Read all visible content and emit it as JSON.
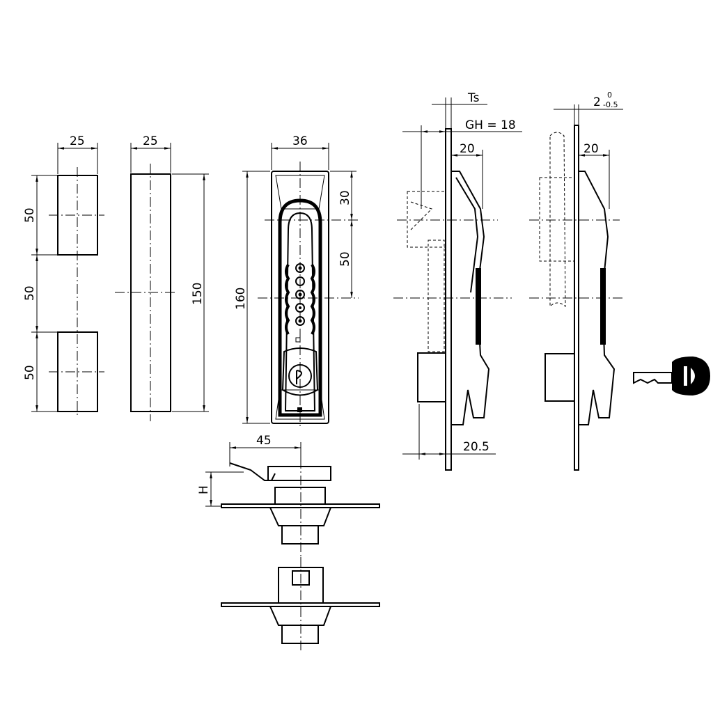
{
  "dimensions": {
    "cutout_width": "25",
    "slot_width": "25",
    "front_width": "36",
    "cutout_height_top": "50",
    "cutout_spacing": "50",
    "cutout_height_bottom": "50",
    "slot_height": "150",
    "overall_height": "160",
    "top_to_axis": "30",
    "axis_to_center": "50",
    "sheet_thickness": "Ts",
    "grip_height": "GH = 18",
    "depth_left": "20",
    "depth_right": "20",
    "sheet_tol_nominal": "2",
    "sheet_tol_upper": "0",
    "sheet_tol_lower": "-0.5",
    "rear_depth": "20.5",
    "cam_length": "45",
    "cam_height": "H"
  },
  "line_color": "#000000",
  "background_color": "#ffffff"
}
